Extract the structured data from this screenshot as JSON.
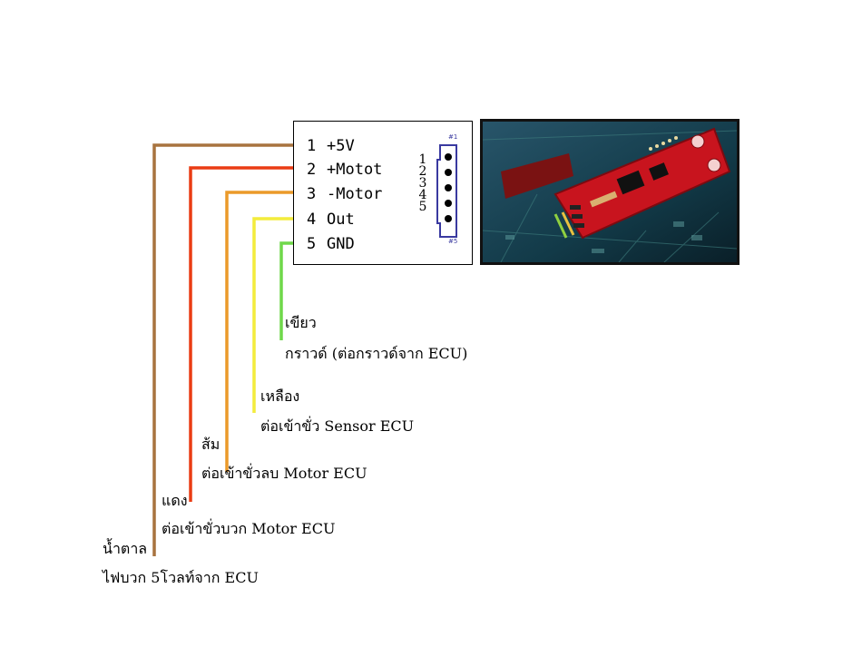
{
  "pins": [
    {
      "num": "1",
      "name": "+5V",
      "color": "#a8733f"
    },
    {
      "num": "2",
      "name": "+Motot",
      "color": "#ea3c14"
    },
    {
      "num": "3",
      "name": "-Motor",
      "color": "#eb9a2a"
    },
    {
      "num": "4",
      "name": "Out",
      "color": "#f3ec3c"
    },
    {
      "num": "5",
      "name": "GND",
      "color": "#6fd84a"
    }
  ],
  "connector_numbers": [
    "1",
    "2",
    "3",
    "4",
    "5"
  ],
  "connector_marks": {
    "top": "#1",
    "bottom": "#5"
  },
  "labels": {
    "green": {
      "color": "เขียว",
      "desc": "กราวด์ (ต่อกราวด์จาก ECU)"
    },
    "yellow": {
      "color": "เหลือง",
      "desc": "ต่อเข้าขั่ว Sensor ECU"
    },
    "orange": {
      "color": "ส้ม",
      "desc": "ต่อเข้าขั่วลบ Motor ECU"
    },
    "red": {
      "color": "แดง",
      "desc": "ต่อเข้าขั่วบวก Motor ECU"
    },
    "brown": {
      "color": "น้ำตาล",
      "desc": "ไฟบวก 5โวลท์จาก ECU"
    }
  }
}
